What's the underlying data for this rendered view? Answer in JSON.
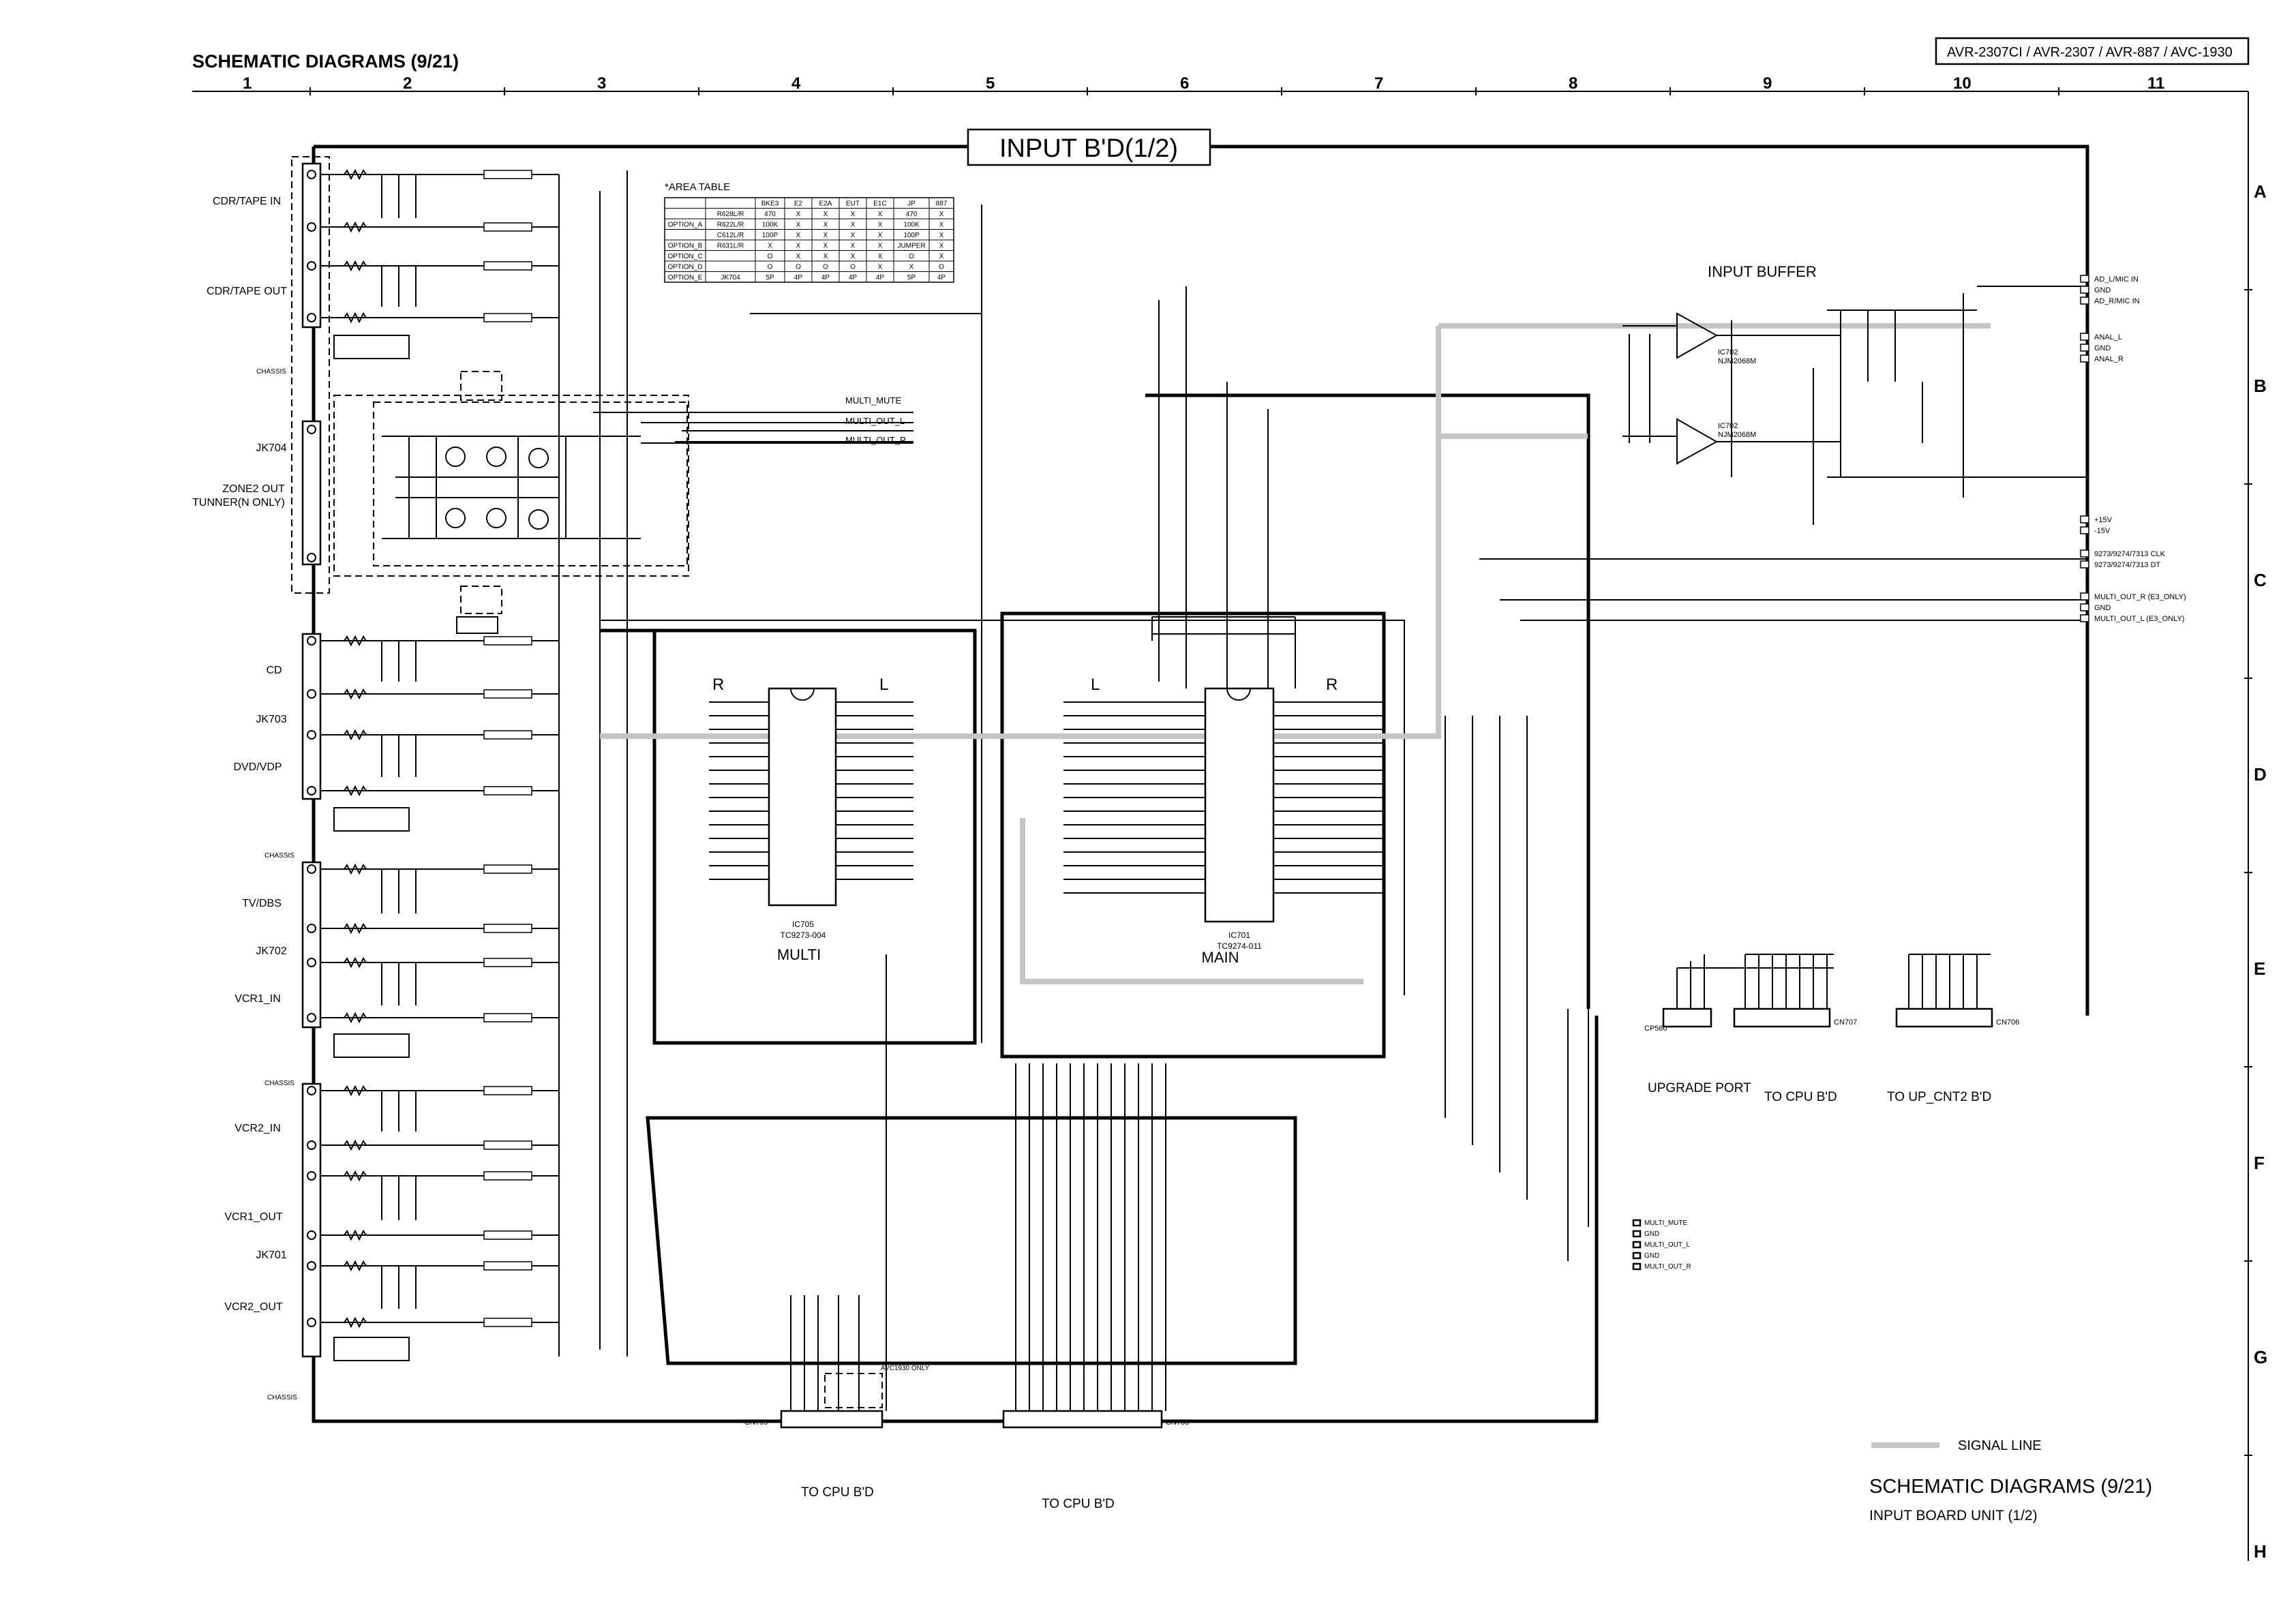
{
  "header": {
    "title": "SCHEMATIC DIAGRAMS (9/21)",
    "models": "AVR-2307CI / AVR-2307 / AVR-887 / AVC-1930"
  },
  "grid": {
    "columns": [
      "1",
      "2",
      "3",
      "4",
      "5",
      "6",
      "7",
      "8",
      "9",
      "10",
      "11"
    ],
    "rows": [
      "A",
      "B",
      "C",
      "D",
      "E",
      "F",
      "G",
      "H"
    ]
  },
  "board_title": "INPUT B'D(1/2)",
  "input_jacks": [
    {
      "label": "CDR/TAPE IN"
    },
    {
      "label": "CDR/TAPE OUT"
    },
    {
      "label": "JK704"
    },
    {
      "label": "ZONE2 OUT"
    },
    {
      "label": "TUNNER(N ONLY)"
    },
    {
      "label": "CD"
    },
    {
      "label": "JK703"
    },
    {
      "label": "DVD/VDP"
    },
    {
      "label": "TV/DBS"
    },
    {
      "label": "JK702"
    },
    {
      "label": "VCR1_IN"
    },
    {
      "label": "VCR2_IN"
    },
    {
      "label": "VCR1_OUT"
    },
    {
      "label": "JK701"
    },
    {
      "label": "VCR2_OUT"
    }
  ],
  "chassis_labels": [
    "CHASSIS",
    "CHASSIS",
    "CHASSIS",
    "CHASSIS"
  ],
  "area_table": {
    "caption": "*AREA TABLE",
    "headers": [
      "",
      "",
      "BKE3",
      "E2",
      "E2A",
      "EUT",
      "E1C",
      "JP",
      "887"
    ],
    "rows": [
      [
        "",
        "R628L/R",
        "470",
        "X",
        "X",
        "X",
        "X",
        "470",
        "X"
      ],
      [
        "OPTION_A",
        "R622L/R",
        "100K",
        "X",
        "X",
        "X",
        "X",
        "100K",
        "X"
      ],
      [
        "",
        "C612L/R",
        "100P",
        "X",
        "X",
        "X",
        "X",
        "100P",
        "X"
      ],
      [
        "OPTION_B",
        "R631L/R",
        "X",
        "X",
        "X",
        "X",
        "X",
        "JUMPER",
        "X"
      ],
      [
        "OPTION_C",
        "",
        "O",
        "X",
        "X",
        "X",
        "X",
        "O",
        "X"
      ],
      [
        "OPTION_D",
        "",
        "O",
        "O",
        "O",
        "O",
        "X",
        "X",
        "O"
      ],
      [
        "OPTION_E",
        "JK704",
        "5P",
        "4P",
        "4P",
        "4P",
        "4P",
        "5P",
        "4P"
      ]
    ]
  },
  "multi_lines": [
    "MULTI_MUTE",
    "MULTI_OUT_L",
    "MULTI_OUT_R"
  ],
  "ic_blocks": {
    "multi": {
      "channel_r": "R",
      "channel_l": "L",
      "name": "MULTI",
      "part": "IC705",
      "type": "TC9273-004"
    },
    "main": {
      "channel_l": "L",
      "channel_r": "R",
      "name": "MAIN",
      "part": "IC701",
      "type": "TC9274-011"
    }
  },
  "input_buffer": {
    "title": "INPUT BUFFER",
    "ic_top": "IC702",
    "ic_top_type": "NJM2068M",
    "ic_bottom": "IC702",
    "ic_bottom_type": "NJM2068M"
  },
  "right_connectors": [
    "AD_L/MIC IN",
    "GND",
    "AD_R/MIC IN",
    "ANAL_L",
    "GND",
    "ANAL_R",
    "+15V",
    "-15V",
    "9273/9274/7313 CLK",
    "9273/9274/7313 DT",
    "MULTI_OUT_R (E3_ONLY)",
    "GND",
    "MULTI_OUT_L (E3_ONLY)"
  ],
  "bottom_right_connectors": {
    "upgrade": {
      "id": "CP560",
      "label": "UPGRADE PORT"
    },
    "cpu": {
      "id": "CN707",
      "label": "TO CPU B'D"
    },
    "up": {
      "id": "CN706",
      "label": "TO UP_CNT2 B'D"
    }
  },
  "multi_connector": [
    "MULTI_MUTE",
    "GND",
    "MULTI_OUT_L",
    "GND",
    "MULTI_OUT_R"
  ],
  "bottom_connectors": {
    "cn705": {
      "id": "CN705",
      "label": "TO CPU B'D",
      "note": "AVC1930 ONLY"
    },
    "cn703": {
      "id": "CN703",
      "label": "TO CPU B'D"
    }
  },
  "legend": {
    "signal_line": "SIGNAL LINE"
  },
  "footer": {
    "title": "SCHEMATIC DIAGRAMS (9/21)",
    "subtitle": "INPUT BOARD  UNIT  (1/2)"
  }
}
